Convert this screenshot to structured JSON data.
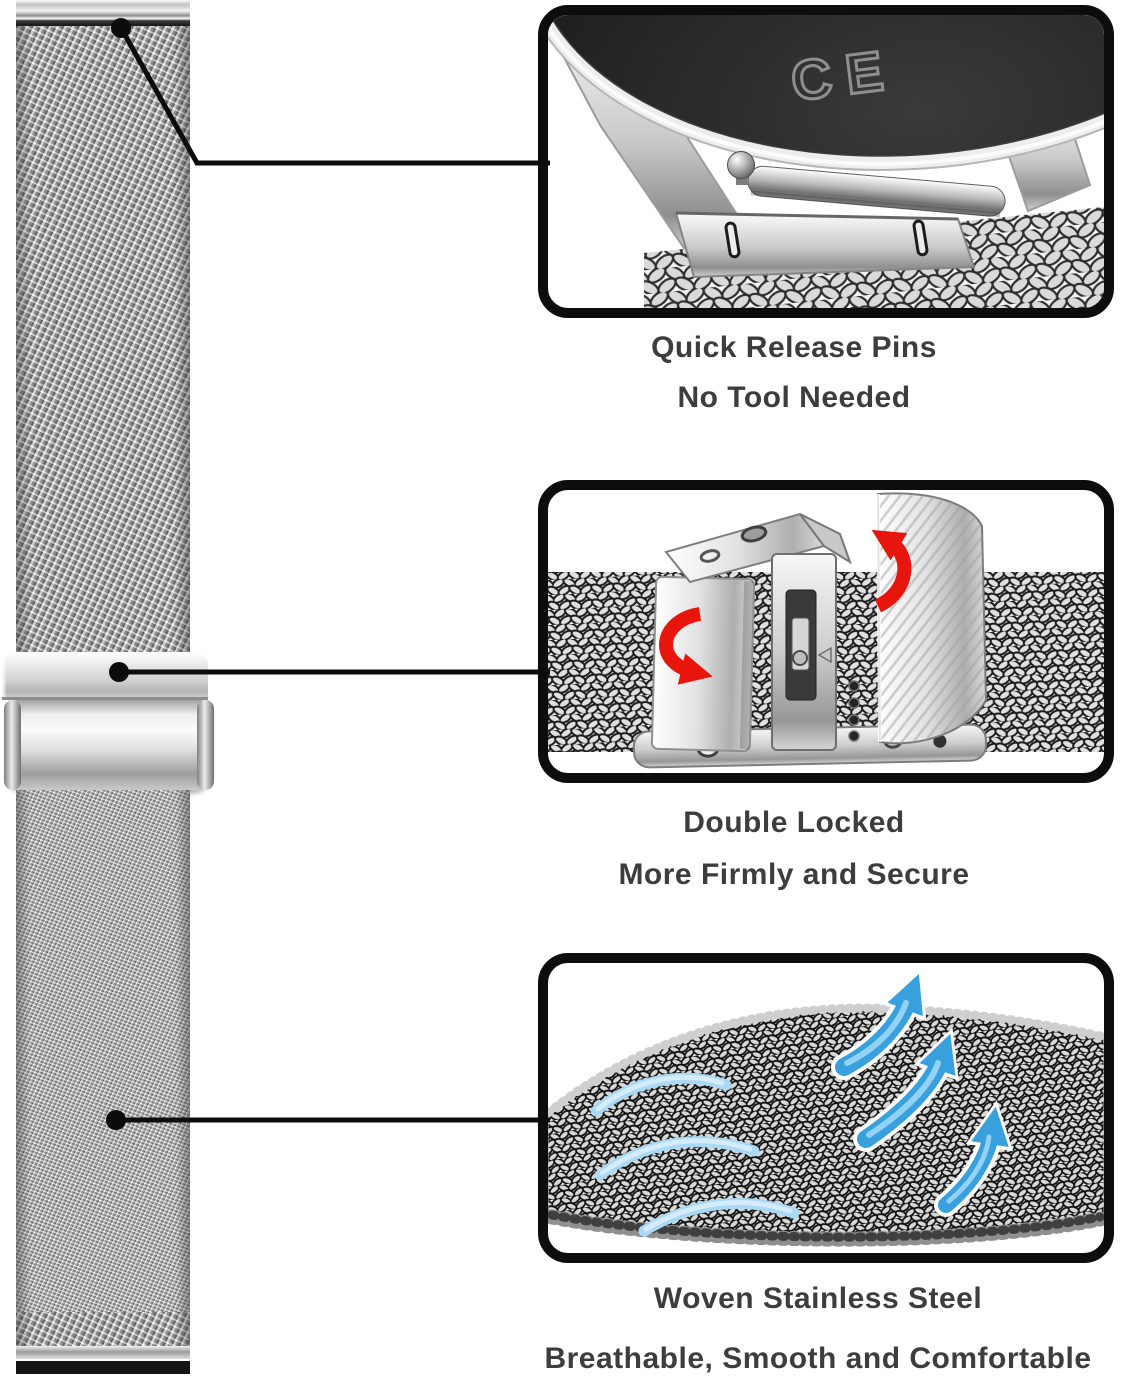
{
  "image": {
    "kind": "product-feature-infographic",
    "subject": "stainless steel milanese mesh watch band"
  },
  "watch_back_engraving": "CE",
  "callouts": [
    {
      "id": "quick-release-pins",
      "title": "Quick Release Pins",
      "subtitle": "No Tool Needed"
    },
    {
      "id": "double-locked",
      "title": "Double Locked",
      "subtitle": "More Firmly and Secure"
    },
    {
      "id": "woven-steel",
      "title": "Woven Stainless Steel",
      "subtitle": "Breathable, Smooth and Comfortable"
    }
  ],
  "colors": {
    "background": "#ffffff",
    "panel_border": "#0d0d0d",
    "callout_line": "#0c0c0c",
    "caption_text": "#3d3d3d",
    "red_rotate_arrow": "#e8150c",
    "blue_airflow_arrow": "#37a0dd",
    "blue_swoosh": "#a9d9f4",
    "steel_light": "#f5f5f5",
    "steel_mid": "#c6c6c6",
    "steel_dark": "#8c8c8c"
  }
}
